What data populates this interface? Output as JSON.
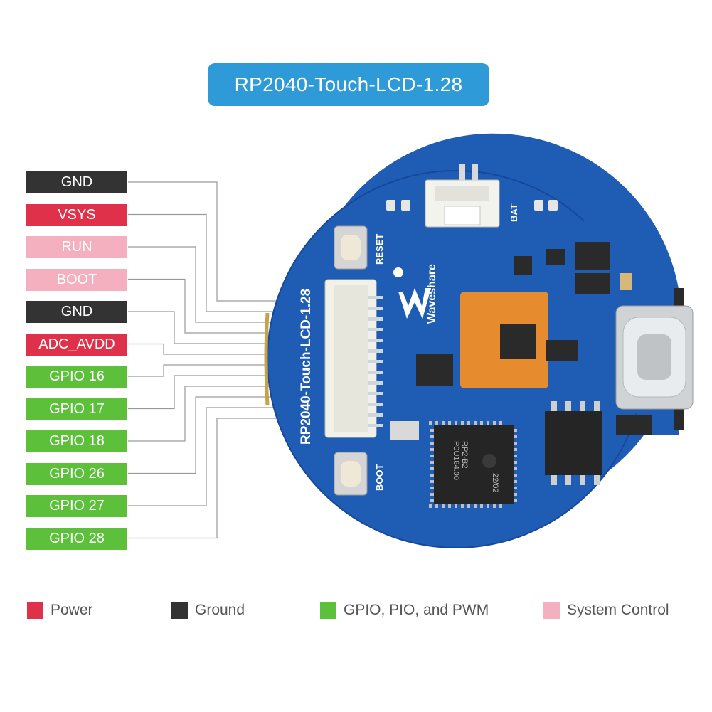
{
  "title": "RP2040-Touch-LCD-1.28",
  "colors": {
    "title_bg": "#2f9ad8",
    "power": "#e0314b",
    "ground": "#333333",
    "gpio": "#5cc03b",
    "system": "#f4b0bf",
    "board": "#1f5db5",
    "lines": "#9a9a9a"
  },
  "pins": [
    {
      "label": "GND",
      "category": "ground"
    },
    {
      "label": "VSYS",
      "category": "power"
    },
    {
      "label": "RUN",
      "category": "system"
    },
    {
      "label": "BOOT",
      "category": "system"
    },
    {
      "label": "GND",
      "category": "ground"
    },
    {
      "label": "ADC_AVDD",
      "category": "power"
    },
    {
      "label": "GPIO 16",
      "category": "gpio"
    },
    {
      "label": "GPIO 17",
      "category": "gpio"
    },
    {
      "label": "GPIO 18",
      "category": "gpio"
    },
    {
      "label": "GPIO 26",
      "category": "gpio"
    },
    {
      "label": "GPIO 27",
      "category": "gpio"
    },
    {
      "label": "GPIO 28",
      "category": "gpio"
    }
  ],
  "board_labels": {
    "name": "RP2040-Touch-LCD-1.28",
    "reset": "RESET",
    "boot": "BOOT",
    "bat": "BAT",
    "brand": "Waveshare",
    "chip_text": [
      "RP2-B2",
      "P0U184.00",
      "22/02"
    ]
  },
  "legend": [
    {
      "label": "Power",
      "category": "power"
    },
    {
      "label": "Ground",
      "category": "ground"
    },
    {
      "label": "GPIO, PIO, and PWM",
      "category": "gpio"
    },
    {
      "label": "System Control",
      "category": "system"
    }
  ]
}
